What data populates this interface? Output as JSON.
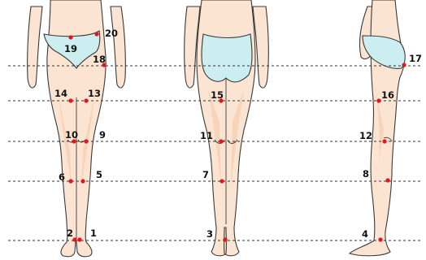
{
  "colors": {
    "skin": "#fbe4d2",
    "garment": "#cdeef0",
    "marker": "#e8141b",
    "guide_line": "#333333"
  },
  "views": [
    "front-view",
    "back-view",
    "side-view"
  ],
  "labels": {
    "p1": "1",
    "p2": "2",
    "p3": "3",
    "p4": "4",
    "p5": "5",
    "p6": "6",
    "p7": "7",
    "p8": "8",
    "p9": "9",
    "p10": "10",
    "p11": "11",
    "p12": "12",
    "p13": "13",
    "p14": "14",
    "p15": "15",
    "p16": "16",
    "p17": "17",
    "p18": "18",
    "p19": "19",
    "p20": "20"
  }
}
